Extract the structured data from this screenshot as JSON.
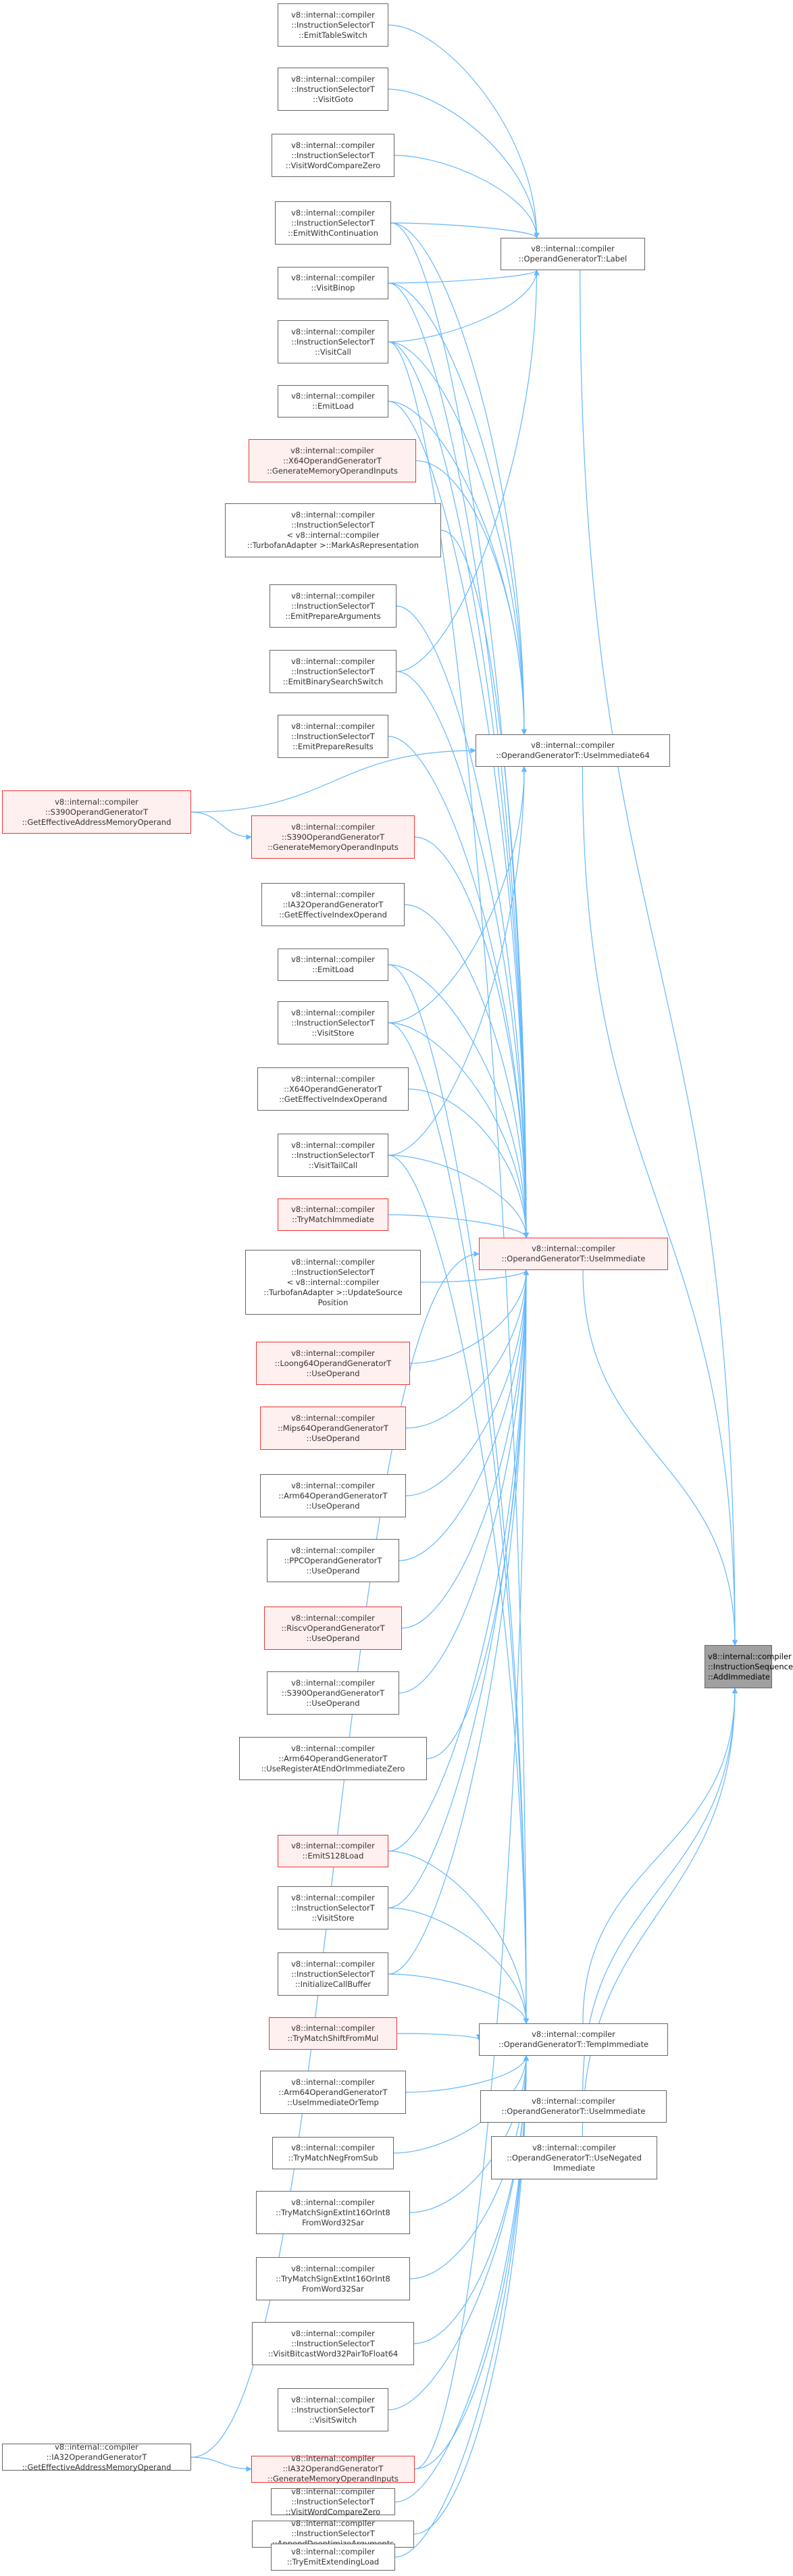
{
  "colors": {
    "edge": "#63b8ff",
    "node_border": "#666666",
    "red_border": "#ee3333",
    "red_fill": "#fff0f0",
    "root_fill": "#a0a0a0"
  },
  "root": {
    "id": "root",
    "label": [
      "v8::internal::compiler",
      "::InstructionSequence",
      "::AddImmediate"
    ]
  },
  "hubs": [
    {
      "id": "label",
      "label": [
        "v8::internal::compiler",
        "::OperandGeneratorT::Label"
      ]
    },
    {
      "id": "useimm64",
      "label": [
        "v8::internal::compiler",
        "::OperandGeneratorT::UseImmediate64"
      ]
    },
    {
      "id": "useimm",
      "label": [
        "v8::internal::compiler",
        "::OperandGeneratorT::UseImmediate"
      ],
      "highlight": true
    },
    {
      "id": "tempimm",
      "label": [
        "v8::internal::compiler",
        "::OperandGeneratorT::TempImmediate"
      ]
    },
    {
      "id": "useimm2",
      "label": [
        "v8::internal::compiler",
        "::OperandGeneratorT::UseImmediate"
      ]
    },
    {
      "id": "usenegimm",
      "label": [
        "v8::internal::compiler",
        "::OperandGeneratorT::UseNegated",
        "Immediate"
      ]
    }
  ],
  "callers": [
    {
      "id": "n1",
      "label": [
        "v8::internal::compiler",
        "::InstructionSelectorT",
        "::EmitTableSwitch"
      ]
    },
    {
      "id": "n2",
      "label": [
        "v8::internal::compiler",
        "::InstructionSelectorT",
        "::VisitGoto"
      ]
    },
    {
      "id": "n3",
      "label": [
        "v8::internal::compiler",
        "::InstructionSelectorT",
        "::VisitWordCompareZero"
      ]
    },
    {
      "id": "n4",
      "label": [
        "v8::internal::compiler",
        "::InstructionSelectorT",
        "::EmitWithContinuation"
      ]
    },
    {
      "id": "n5",
      "label": [
        "v8::internal::compiler",
        "::VisitBinop"
      ]
    },
    {
      "id": "n6",
      "label": [
        "v8::internal::compiler",
        "::InstructionSelectorT",
        "::VisitCall"
      ]
    },
    {
      "id": "n7",
      "label": [
        "v8::internal::compiler",
        "::EmitLoad"
      ]
    },
    {
      "id": "n8",
      "label": [
        "v8::internal::compiler",
        "::X64OperandGeneratorT",
        "::GenerateMemoryOperandInputs"
      ],
      "highlight": true
    },
    {
      "id": "n9",
      "label": [
        "v8::internal::compiler",
        "::InstructionSelectorT",
        "< v8::internal::compiler",
        "::TurbofanAdapter >::MarkAsRepresentation"
      ]
    },
    {
      "id": "n10",
      "label": [
        "v8::internal::compiler",
        "::InstructionSelectorT",
        "::EmitPrepareArguments"
      ]
    },
    {
      "id": "n11",
      "label": [
        "v8::internal::compiler",
        "::InstructionSelectorT",
        "::EmitBinarySearchSwitch"
      ]
    },
    {
      "id": "n12",
      "label": [
        "v8::internal::compiler",
        "::InstructionSelectorT",
        "::EmitPrepareResults"
      ]
    },
    {
      "id": "n13",
      "label": [
        "v8::internal::compiler",
        "::S390OperandGeneratorT",
        "::GetEffectiveAddressMemoryOperand"
      ],
      "highlight": true
    },
    {
      "id": "n14",
      "label": [
        "v8::internal::compiler",
        "::S390OperandGeneratorT",
        "::GenerateMemoryOperandInputs"
      ],
      "highlight": true
    },
    {
      "id": "n15",
      "label": [
        "v8::internal::compiler",
        "::IA32OperandGeneratorT",
        "::GetEffectiveIndexOperand"
      ]
    },
    {
      "id": "n16",
      "label": [
        "v8::internal::compiler",
        "::EmitLoad"
      ]
    },
    {
      "id": "n17",
      "label": [
        "v8::internal::compiler",
        "::InstructionSelectorT",
        "::VisitStore"
      ]
    },
    {
      "id": "n18",
      "label": [
        "v8::internal::compiler",
        "::X64OperandGeneratorT",
        "::GetEffectiveIndexOperand"
      ]
    },
    {
      "id": "n19",
      "label": [
        "v8::internal::compiler",
        "::InstructionSelectorT",
        "::VisitTailCall"
      ]
    },
    {
      "id": "n20",
      "label": [
        "v8::internal::compiler",
        "::TryMatchImmediate"
      ],
      "highlight": true
    },
    {
      "id": "n21",
      "label": [
        "v8::internal::compiler",
        "::InstructionSelectorT",
        "< v8::internal::compiler",
        "::TurbofanAdapter >::UpdateSource",
        "Position"
      ]
    },
    {
      "id": "n22",
      "label": [
        "v8::internal::compiler",
        "::Loong64OperandGeneratorT",
        "::UseOperand"
      ],
      "highlight": true
    },
    {
      "id": "n23",
      "label": [
        "v8::internal::compiler",
        "::Mips64OperandGeneratorT",
        "::UseOperand"
      ],
      "highlight": true
    },
    {
      "id": "n24",
      "label": [
        "v8::internal::compiler",
        "::Arm64OperandGeneratorT",
        "::UseOperand"
      ]
    },
    {
      "id": "n25",
      "label": [
        "v8::internal::compiler",
        "::PPCOperandGeneratorT",
        "::UseOperand"
      ]
    },
    {
      "id": "n26",
      "label": [
        "v8::internal::compiler",
        "::RiscvOperandGeneratorT",
        "::UseOperand"
      ],
      "highlight": true
    },
    {
      "id": "n27",
      "label": [
        "v8::internal::compiler",
        "::S390OperandGeneratorT",
        "::UseOperand"
      ]
    },
    {
      "id": "n28",
      "label": [
        "v8::internal::compiler",
        "::Arm64OperandGeneratorT",
        "::UseRegisterAtEndOrImmediateZero"
      ]
    },
    {
      "id": "n29",
      "label": [
        "v8::internal::compiler",
        "::EmitS128Load"
      ],
      "highlight": true
    },
    {
      "id": "n30",
      "label": [
        "v8::internal::compiler",
        "::InstructionSelectorT",
        "::VisitStore"
      ]
    },
    {
      "id": "n31",
      "label": [
        "v8::internal::compiler",
        "::InstructionSelectorT",
        "::InitializeCallBuffer"
      ]
    },
    {
      "id": "n32",
      "label": [
        "v8::internal::compiler",
        "::TryMatchShiftFromMul"
      ],
      "highlight": true
    },
    {
      "id": "n33",
      "label": [
        "v8::internal::compiler",
        "::Arm64OperandGeneratorT",
        "::UseImmediateOrTemp"
      ]
    },
    {
      "id": "n34",
      "label": [
        "v8::internal::compiler",
        "::TryMatchNegFromSub"
      ]
    },
    {
      "id": "n35",
      "label": [
        "v8::internal::compiler",
        "::TryMatchSignExtInt16OrInt8",
        "FromWord32Sar"
      ]
    },
    {
      "id": "n36",
      "label": [
        "v8::internal::compiler",
        "::TryMatchSignExtInt16OrInt8",
        "FromWord32Sar"
      ]
    },
    {
      "id": "n37",
      "label": [
        "v8::internal::compiler",
        "::InstructionSelectorT",
        "::VisitBitcastWord32PairToFloat64"
      ]
    },
    {
      "id": "n38",
      "label": [
        "v8::internal::compiler",
        "::InstructionSelectorT",
        "::VisitSwitch"
      ]
    },
    {
      "id": "n39",
      "label": [
        "v8::internal::compiler",
        "::IA32OperandGeneratorT",
        "::GetEffectiveAddressMemoryOperand"
      ]
    },
    {
      "id": "n40",
      "label": [
        "v8::internal::compiler",
        "::IA32OperandGeneratorT",
        "::GenerateMemoryOperandInputs"
      ],
      "highlight": true
    },
    {
      "id": "n41",
      "label": [
        "v8::internal::compiler",
        "::InstructionSelectorT",
        "::VisitWordCompareZero"
      ]
    },
    {
      "id": "n42",
      "label": [
        "v8::internal::compiler",
        "::InstructionSelectorT",
        "::AppendDeoptimizeArguments"
      ]
    },
    {
      "id": "n43",
      "label": [
        "v8::internal::compiler",
        "::TryEmitExtendingLoad"
      ]
    }
  ],
  "edges": [
    [
      "n1",
      "label"
    ],
    [
      "n2",
      "label"
    ],
    [
      "n3",
      "label"
    ],
    [
      "n4",
      "label"
    ],
    [
      "n5",
      "label"
    ],
    [
      "n6",
      "label"
    ],
    [
      "n11",
      "label"
    ],
    [
      "n4",
      "useimm64"
    ],
    [
      "n5",
      "useimm64"
    ],
    [
      "n6",
      "useimm64"
    ],
    [
      "n7",
      "useimm64"
    ],
    [
      "n8",
      "useimm64"
    ],
    [
      "n13",
      "useimm64"
    ],
    [
      "n17",
      "useimm64"
    ],
    [
      "n19",
      "useimm64"
    ],
    [
      "n4",
      "useimm"
    ],
    [
      "n5",
      "useimm"
    ],
    [
      "n6",
      "useimm"
    ],
    [
      "n7",
      "useimm"
    ],
    [
      "n9",
      "useimm"
    ],
    [
      "n10",
      "useimm"
    ],
    [
      "n11",
      "useimm"
    ],
    [
      "n12",
      "useimm"
    ],
    [
      "n14",
      "useimm"
    ],
    [
      "n15",
      "useimm"
    ],
    [
      "n16",
      "useimm"
    ],
    [
      "n17",
      "useimm"
    ],
    [
      "n18",
      "useimm"
    ],
    [
      "n19",
      "useimm"
    ],
    [
      "n20",
      "useimm"
    ],
    [
      "n21",
      "useimm"
    ],
    [
      "n22",
      "useimm"
    ],
    [
      "n23",
      "useimm"
    ],
    [
      "n24",
      "useimm"
    ],
    [
      "n25",
      "useimm"
    ],
    [
      "n26",
      "useimm"
    ],
    [
      "n27",
      "useimm"
    ],
    [
      "n28",
      "useimm"
    ],
    [
      "n29",
      "useimm"
    ],
    [
      "n30",
      "useimm"
    ],
    [
      "n31",
      "useimm"
    ],
    [
      "n39",
      "useimm"
    ],
    [
      "n40",
      "useimm"
    ],
    [
      "n6",
      "tempimm"
    ],
    [
      "n16",
      "tempimm"
    ],
    [
      "n17",
      "tempimm"
    ],
    [
      "n19",
      "tempimm"
    ],
    [
      "n29",
      "tempimm"
    ],
    [
      "n30",
      "tempimm"
    ],
    [
      "n31",
      "tempimm"
    ],
    [
      "n32",
      "tempimm"
    ],
    [
      "n33",
      "tempimm"
    ],
    [
      "n34",
      "tempimm"
    ],
    [
      "n35",
      "tempimm"
    ],
    [
      "n36",
      "tempimm"
    ],
    [
      "n37",
      "tempimm"
    ],
    [
      "n38",
      "tempimm"
    ],
    [
      "n40",
      "tempimm"
    ],
    [
      "n41",
      "tempimm"
    ],
    [
      "n42",
      "tempimm"
    ],
    [
      "n43",
      "tempimm"
    ],
    [
      "n13",
      "n14"
    ],
    [
      "n39",
      "n40"
    ],
    [
      "label",
      "root"
    ],
    [
      "useimm64",
      "root"
    ],
    [
      "useimm",
      "root"
    ],
    [
      "tempimm",
      "root"
    ],
    [
      "useimm2",
      "root"
    ],
    [
      "usenegimm",
      "root"
    ]
  ]
}
